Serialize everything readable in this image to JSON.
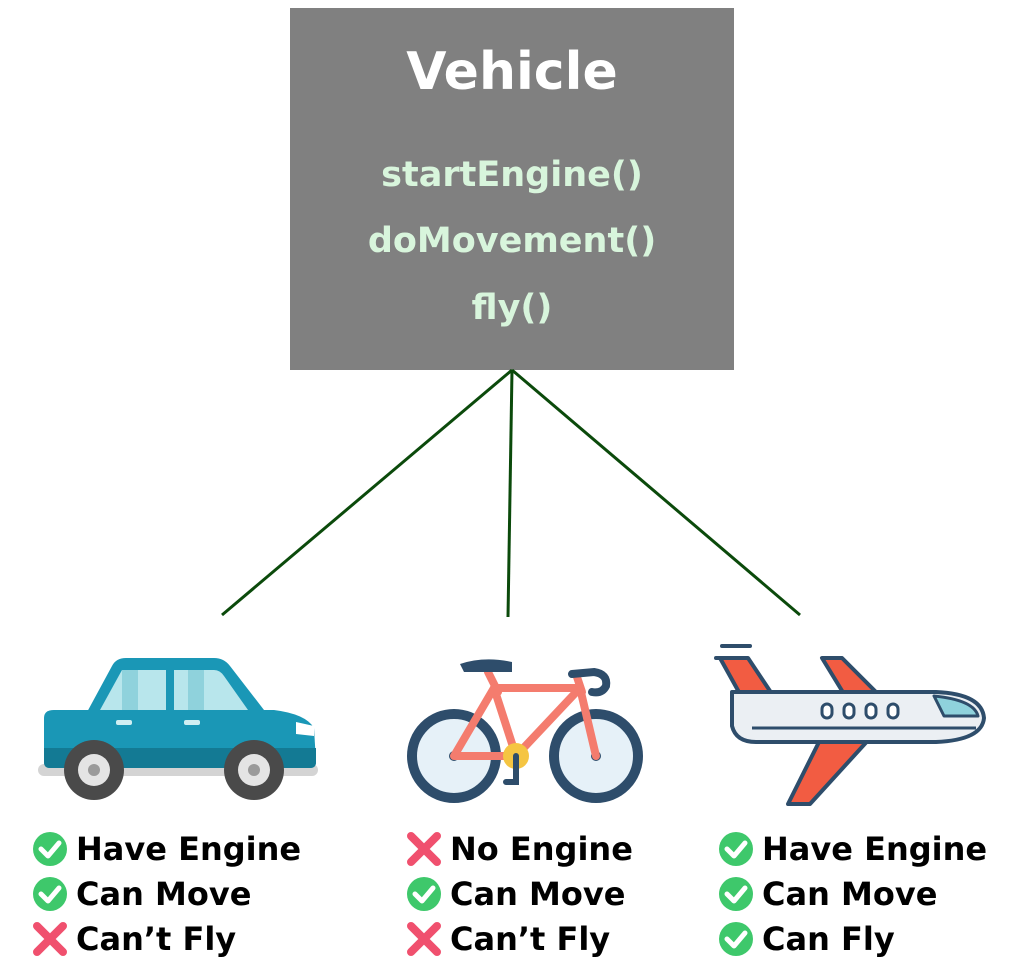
{
  "parent": {
    "title": "Vehicle",
    "methods": [
      "startEngine()",
      "doMovement()",
      "fly()"
    ]
  },
  "colors": {
    "box": "#808080",
    "method_text": "#d8f5dc",
    "connector": "#0b4a0b",
    "check": "#3ec86b",
    "cross": "#f0506e"
  },
  "children": [
    {
      "icon": "car-icon",
      "features": [
        {
          "status": "yes",
          "text": "Have Engine"
        },
        {
          "status": "yes",
          "text": "Can Move"
        },
        {
          "status": "no",
          "text": "Can’t Fly"
        }
      ]
    },
    {
      "icon": "bicycle-icon",
      "features": [
        {
          "status": "no",
          "text": "No Engine"
        },
        {
          "status": "yes",
          "text": "Can Move"
        },
        {
          "status": "no",
          "text": "Can’t Fly"
        }
      ]
    },
    {
      "icon": "airplane-icon",
      "features": [
        {
          "status": "yes",
          "text": "Have Engine"
        },
        {
          "status": "yes",
          "text": "Can Move"
        },
        {
          "status": "yes",
          "text": "Can Fly"
        }
      ]
    }
  ]
}
